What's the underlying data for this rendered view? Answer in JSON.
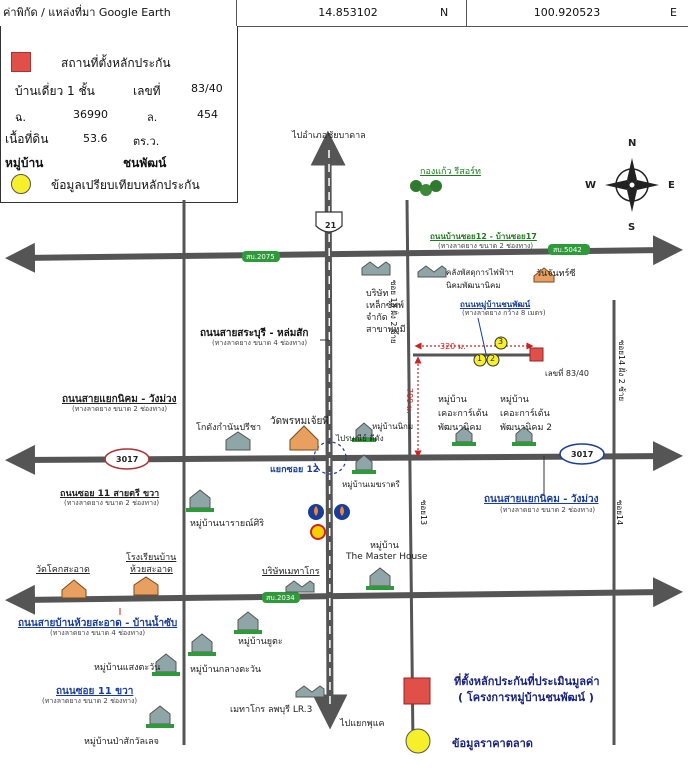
{
  "header": {
    "coord_label": "ค่าพิกัด / แหล่งที่มา Google Earth",
    "lat": "14.853102",
    "lat_dir": "N",
    "lon": "100.920523",
    "lon_dir": "E"
  },
  "legend": {
    "site_label": "สถานที่ตั้งหลักประกัน",
    "house_type": "บ้านเดี่ยว 1 ชั้น",
    "number_label": "เลขที่",
    "number_value": "83/40",
    "chanot_label": "ฉ.",
    "chanot_value": "36990",
    "land_no_label": "ล.",
    "land_no_value": "454",
    "area_label": "เนื้อที่ดิน",
    "area_value": "53.6",
    "area_unit": "ตร.ว.",
    "village_label": "หมู่บ้าน",
    "village_value": "ชนพัฒน์",
    "compare_label": "ข้อมูลเปรียบเทียบหลักประกัน"
  },
  "compass": {
    "n": "N",
    "s": "S",
    "e": "E",
    "w": "W"
  },
  "roads": {
    "top_arrow": "ไปอำเภอชัยบาดาล",
    "bottom_arrow": "ไปแยกพุแค",
    "shield": "21",
    "kp2075": "สบ.2075",
    "kp5042": "สบ.5042",
    "kp2034": "สบ.2034",
    "r3017_left": "3017",
    "r3017_right": "3017",
    "soi12_to_soi17": "ถนนบ้านซอย12 - บ้านซอย17",
    "soi12_to_soi17_sub": "(ทางลาดยาง ขนาด 2 ช่องทาง)",
    "saraburi": "ถนนสายสระบุรี - หล่มสัก",
    "saraburi_sub": "(ทางลาดยาง ขนาด 4 ช่องทาง)",
    "village_road": "ถนนหมู่บ้านชนพัฒน์",
    "village_road_sub": "(ทางลาดยาง กว้าง 8 เมตร)",
    "nikhom_left": "ถนนสายแยกนิคม - วังม่วง",
    "nikhom_left_sub": "(ทางลาดยาง ขนาด 2 ช่องทาง)",
    "nikhom_right": "ถนนสายแยกนิคม - วังม่วง",
    "nikhom_right_sub": "(ทางลาดยาง ขนาด 2 ช่องทาง)",
    "soi11_right": "ถนนซอย 11 สายตรี ขวา",
    "soi11_right_sub": "(ทางลาดยาง ขนาด 2 ช่องทาง)",
    "huaysakat": "ถนนสายบ้านห้วยสะอาด - บ้านน้ำซับ",
    "huaysakat_sub": "(ทางลาดยาง ขนาด 4 ช่องทาง)",
    "soi11_left": "ถนนซอย 11 ขวา",
    "soi11_left_sub": "(ทางลาดยาง ขนาด 2 ช่องทาง)",
    "soi13_vert": "ซอย 13 ฝั่ง 2 ซ้าย",
    "soi14_vert": "ซอย14 ฝั่ง 2 ซ้าย",
    "soi13_label": "ซอย13",
    "soi14_label": "ซอย14",
    "junction": "แยกซอย 12",
    "dist_320": "320 ม.",
    "dist_700": "700 ม.",
    "house_no": "เลขที่ 83/40"
  },
  "places": {
    "klongkaew": "กองแก้ว รีสอร์ท",
    "factory_top": "คลังพัสดุการไฟฟ้าฯ นิคมพัฒนานิคม",
    "wanjan": "วันจันทร์ซี",
    "company": [
      "บริษัท",
      "เหล็กซัพพ์",
      "จำกัด",
      "สาขาพหุมี"
    ],
    "warehouse": "โกดังกำนันปรีชา",
    "temple": "วัดพรหมเจ้ยพี",
    "post": "ไปรษณีย์ ดีดัง",
    "village_nikom": "หมู่บ้านนิกม",
    "village_ratri": "หมู่บ้านเมฆราตรี",
    "kasem1": [
      "หมู่บ้าน",
      "เคอะการ์เด้น",
      "พัฒนานิคม"
    ],
    "kasem2": [
      "หมู่บ้าน",
      "เคอะการ์เด้น",
      "พัฒนานิคม 2"
    ],
    "narai": "หมู่บ้านนารายณ์ศิริ",
    "school": [
      "โรงเรียนบ้าน",
      "ห้วยสะอาด"
    ],
    "wat_kok": "วัดโคกสะอาด",
    "metro": "บริษัทเมทาโกร",
    "master_th": "หมู่บ้าน",
    "master_en": "The Master House",
    "nongyai": "หมู่บ้านยูตะ",
    "sang_tawan": "หมู่บ้านแสงตะวัน",
    "klang_tawan": "หมู่บ้านกลางตะวัน",
    "metro_lopburi": "เมทาโกร ลพบุรี LR.3",
    "pasak": "หมู่บ้านป่าสักวัลเลจ"
  },
  "markers": {
    "m1": "1",
    "m2": "2",
    "m3": "3"
  },
  "bottom_legend": {
    "site_line1": "ที่ตั้งหลักประกันที่ประเมินมูลค่า",
    "site_line2": "( โครงการหมู่บ้านชนพัฒน์ )",
    "market_label": "ข้อมูลราคาตลาด"
  },
  "colors": {
    "road": "#555555",
    "site": "#e05048",
    "marker": "#f6f02a",
    "shield_green": "#2f9a3a",
    "road_red": "#cc2222"
  }
}
